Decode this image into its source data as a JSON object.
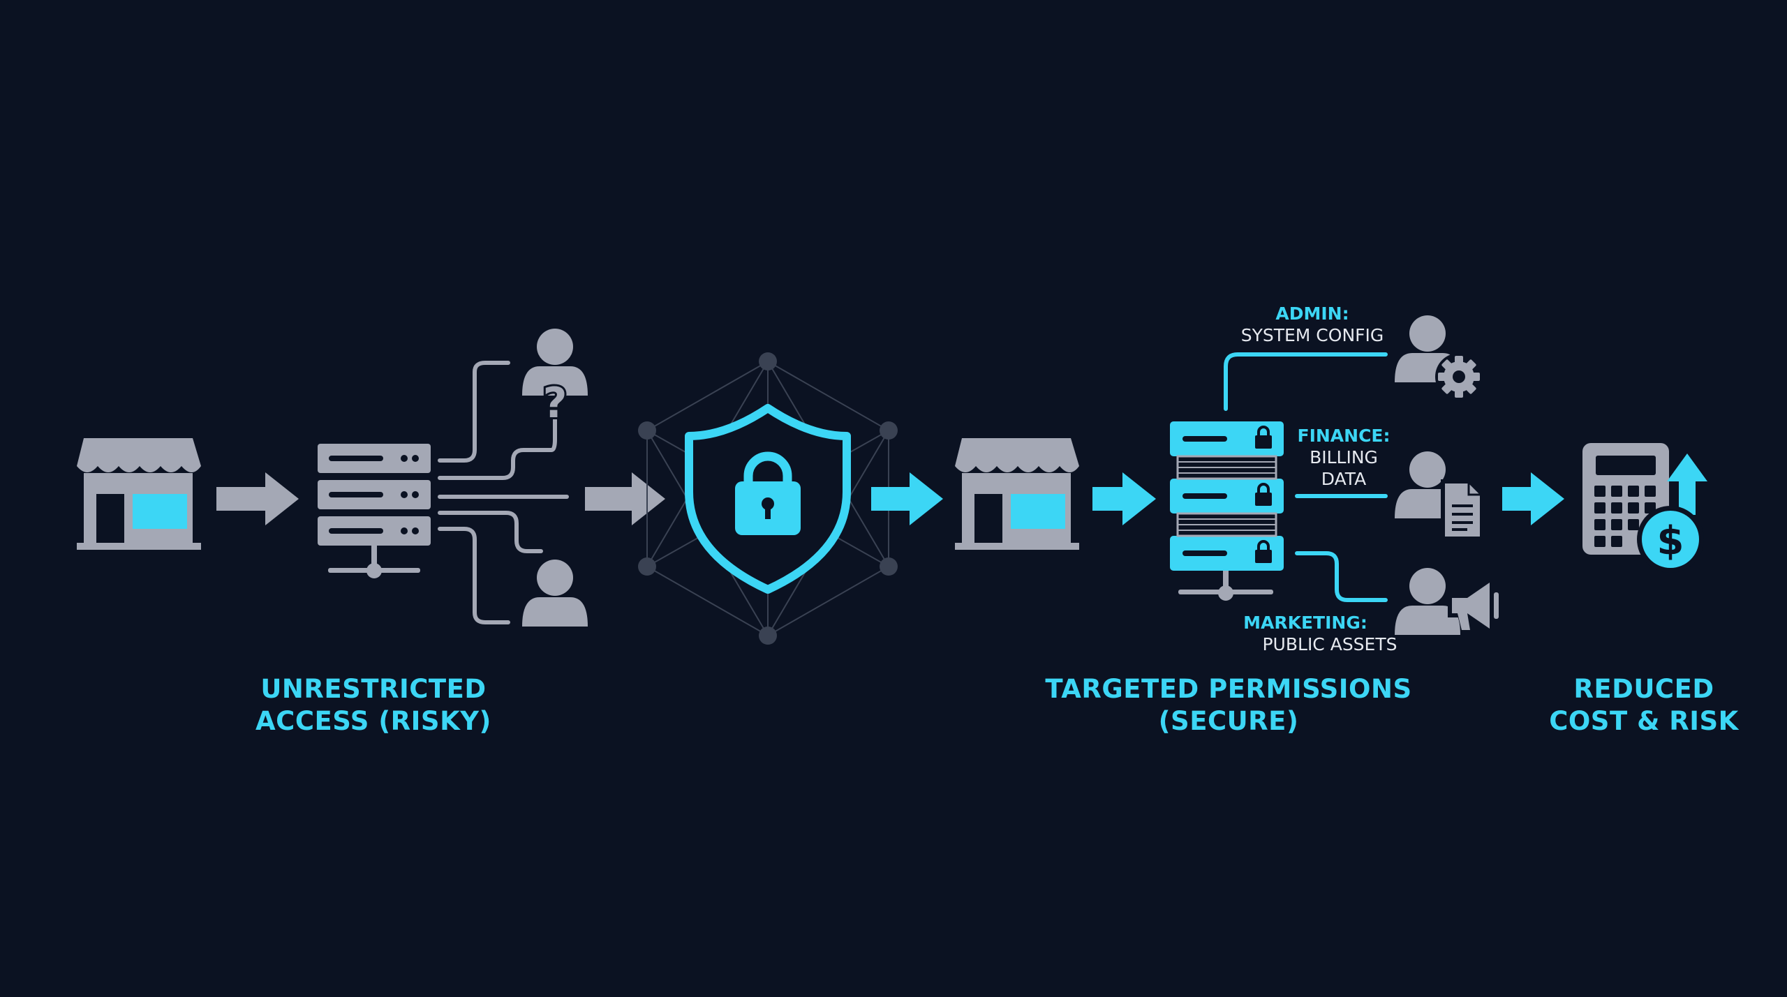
{
  "colors": {
    "background": "#0b1222",
    "accent": "#3cd6f5",
    "icon_gray": "#a4a8b5",
    "network_gray": "#3a4253",
    "label_text": "#e6e9ef"
  },
  "stages": {
    "unrestricted": {
      "line1": "UNRESTRICTED",
      "line2": "ACCESS (RISKY)"
    },
    "targeted": {
      "line1": "TARGETED PERMISSIONS",
      "line2": "(SECURE)"
    },
    "reduced": {
      "line1": "REDUCED",
      "line2": "COST & RISK"
    }
  },
  "roles": {
    "admin": {
      "role": "ADMIN:",
      "desc": "SYSTEM CONFIG",
      "icon": "user-gear-icon"
    },
    "finance": {
      "role": "FINANCE:",
      "desc_line1": "BILLING",
      "desc_line2": "DATA",
      "icon": "user-document-icon"
    },
    "marketing": {
      "role": "MARKETING:",
      "desc": "PUBLIC ASSETS",
      "icon": "user-megaphone-icon"
    }
  },
  "icons": [
    "storefront-icon",
    "arrow-right-icon",
    "server-icon",
    "unknown-user-icon",
    "user-icon",
    "shield-lock-icon",
    "network-icon",
    "secure-server-icon",
    "padlock-icon",
    "calculator-icon",
    "dollar-coin-icon",
    "arrow-up-icon"
  ]
}
